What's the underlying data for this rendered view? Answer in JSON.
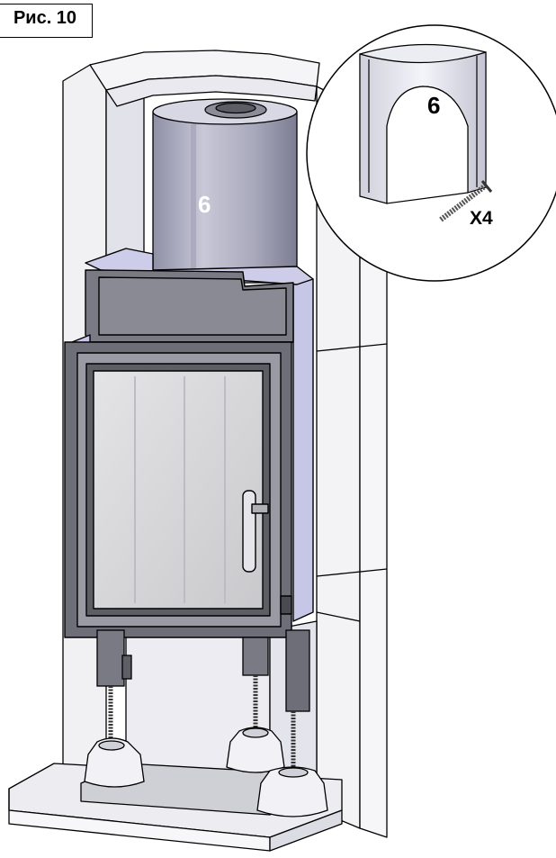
{
  "figure_label": "Рис. 10",
  "callouts": {
    "part_main": "6",
    "part_detail": "6",
    "screw_quantity": "X4"
  },
  "colors": {
    "outline": "#000000",
    "insulation_panel": "#f3f3f6",
    "lavender_panel": "#c8c8e8",
    "metal_dark": "#77777f",
    "metal_mid": "#a8a8b2",
    "glass": "#d6d6d8",
    "cylinder": "#b4b4c8",
    "callout_main": "#ffffff",
    "callout_detail": "#000000"
  }
}
